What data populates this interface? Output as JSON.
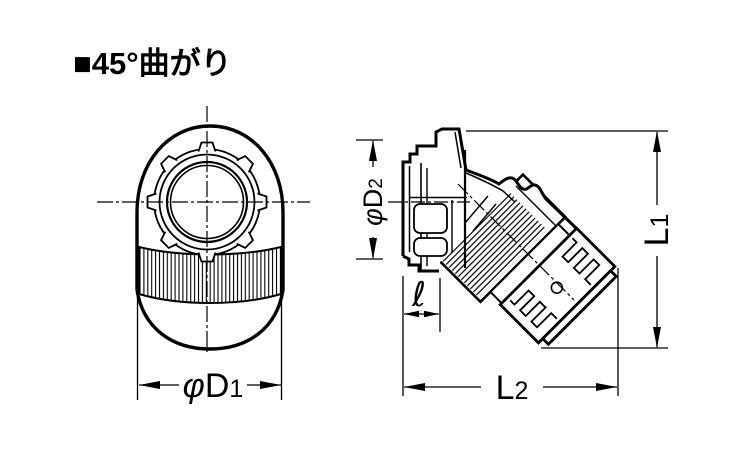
{
  "title": "■45°曲がり",
  "drawing": {
    "front_view": {
      "dim_d1": {
        "phi": "φ",
        "letter": "D",
        "sub": "1"
      }
    },
    "side_view": {
      "dim_d2": {
        "phi": "φ",
        "letter": "D",
        "sub": "2"
      },
      "dim_l": {
        "symbol": "ℓ"
      },
      "dim_l1": {
        "letter": "L",
        "sub": "1"
      },
      "dim_l2": {
        "letter": "L",
        "sub": "2"
      }
    },
    "colors": {
      "line": "#000000",
      "background": "#ffffff"
    }
  }
}
